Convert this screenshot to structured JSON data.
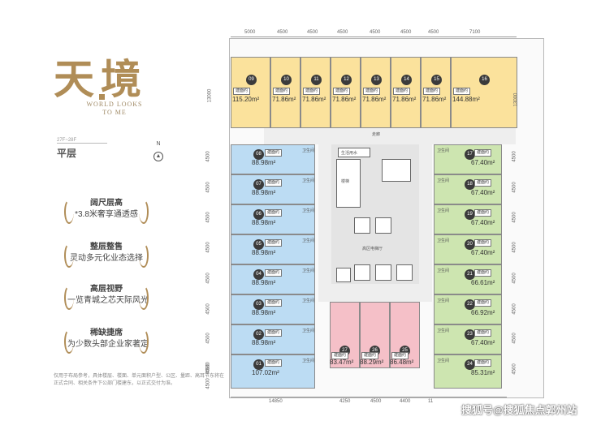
{
  "brand": {
    "title": "天境",
    "subtitle_line1": "WORLD LOOKS",
    "subtitle_line2": "TO ME",
    "floor_code": "27F~28F",
    "floor_name": "平层",
    "north_label": "N"
  },
  "features": [
    {
      "line1": "阔尺层高",
      "line2": "*3.8米奢享通透感"
    },
    {
      "line1": "整层整售",
      "line2": "灵动多元化业态选择"
    },
    {
      "line1": "高层视野",
      "line2": "一览青城之芯天际风光"
    },
    {
      "line1": "稀缺捷席",
      "line2": "为少数头部企业家著定"
    }
  ],
  "note": "仅用于布局参考，具体楼层、楼面、单元面积户型、公区、量距、高耳节东将在正式合同、相关条件下公部门楼建东，以正式交付为准。",
  "dimensions": {
    "top": [
      "5000",
      "4500",
      "4500",
      "4500",
      "4500",
      "4500",
      "4500",
      "7100"
    ],
    "bottom": [
      "14850",
      "4250",
      "4500",
      "4400",
      "11"
    ],
    "left": [
      "13000",
      "4500",
      "4500",
      "4500",
      "4500",
      "4500",
      "4500",
      "4500",
      "4500",
      "4500",
      "4500"
    ],
    "right": [
      "13000",
      "4500",
      "4500",
      "4500",
      "4500",
      "4500",
      "4500",
      "4500",
      "4500"
    ]
  },
  "unit_tag": "建面约",
  "units": {
    "top": [
      {
        "no": "09",
        "area": "115.20m²"
      },
      {
        "no": "10",
        "area": "71.86m²"
      },
      {
        "no": "11",
        "area": "71.86m²"
      },
      {
        "no": "12",
        "area": "71.86m²"
      },
      {
        "no": "13",
        "area": "71.86m²"
      },
      {
        "no": "14",
        "area": "71.86m²"
      },
      {
        "no": "15",
        "area": "71.86m²"
      },
      {
        "no": "16",
        "area": "144.88m²"
      }
    ],
    "left": [
      {
        "no": "08",
        "area": "88.98m²"
      },
      {
        "no": "07",
        "area": "88.98m²"
      },
      {
        "no": "06",
        "area": "88.98m²"
      },
      {
        "no": "05",
        "area": "88.98m²"
      },
      {
        "no": "04",
        "area": "88.98m²"
      },
      {
        "no": "03",
        "area": "88.98m²"
      },
      {
        "no": "02",
        "area": "88.98m²"
      },
      {
        "no": "01",
        "area": "107.02m²"
      }
    ],
    "right": [
      {
        "no": "17",
        "area": "67.40m²"
      },
      {
        "no": "18",
        "area": "67.40m²"
      },
      {
        "no": "19",
        "area": "67.40m²"
      },
      {
        "no": "20",
        "area": "67.40m²"
      },
      {
        "no": "21",
        "area": "66.61m²"
      },
      {
        "no": "22",
        "area": "66.92m²"
      },
      {
        "no": "23",
        "area": "67.40m²"
      },
      {
        "no": "24",
        "area": "85.31m²"
      }
    ],
    "bottom": [
      {
        "no": "27",
        "area": "83.47m²"
      },
      {
        "no": "26",
        "area": "88.29m²"
      },
      {
        "no": "25",
        "area": "86.48m²"
      }
    ]
  },
  "room_labels": {
    "toilet": "卫生间",
    "corridor": "走廊",
    "lift_lobby": "高区电梯厅",
    "water_room": "生活用水",
    "stair": "楼梯"
  },
  "watermark": "搜狐号@搜狐焦点郭州站"
}
